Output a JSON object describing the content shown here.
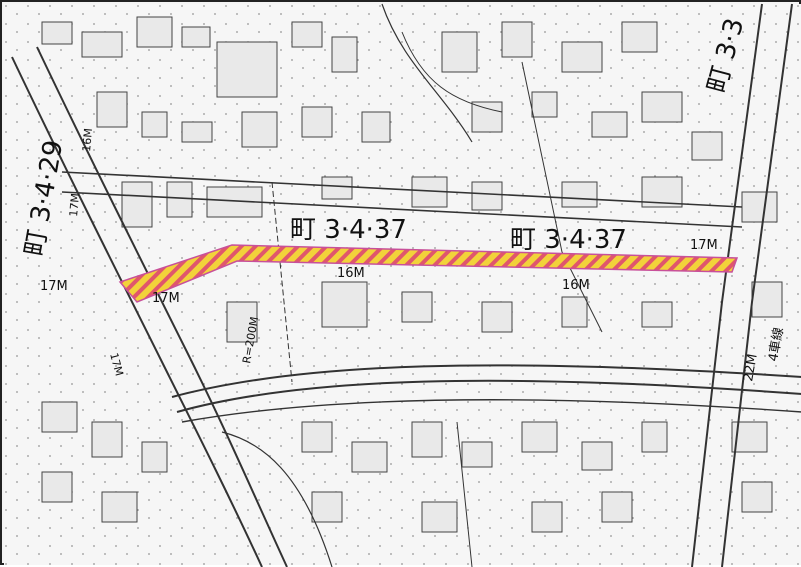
{
  "map": {
    "route_labels": {
      "upper_left": "町 3·4·29",
      "center_left": "町 3·4·37",
      "center_right": "町 3·4·37",
      "top_right": "町 3·3"
    },
    "width_labels": {
      "w17_left_vertical": "17M",
      "w16_upper_left": "16M",
      "w17_left_low": "17M",
      "w17_strip_start": "17M",
      "w16_strip_mid": "16M",
      "w16_strip_right": "16M",
      "w17_strip_end": "17M",
      "w17_lower_left": "17M",
      "w22_right": "22M",
      "radius_label": "R=200M",
      "lane_right": "4車線"
    },
    "colors": {
      "strip_fill": "#f2d23a",
      "strip_hatch": "#e0566c",
      "strip_outline": "#c8509a",
      "linework": "#333333",
      "background": "#f4f4f4"
    }
  }
}
